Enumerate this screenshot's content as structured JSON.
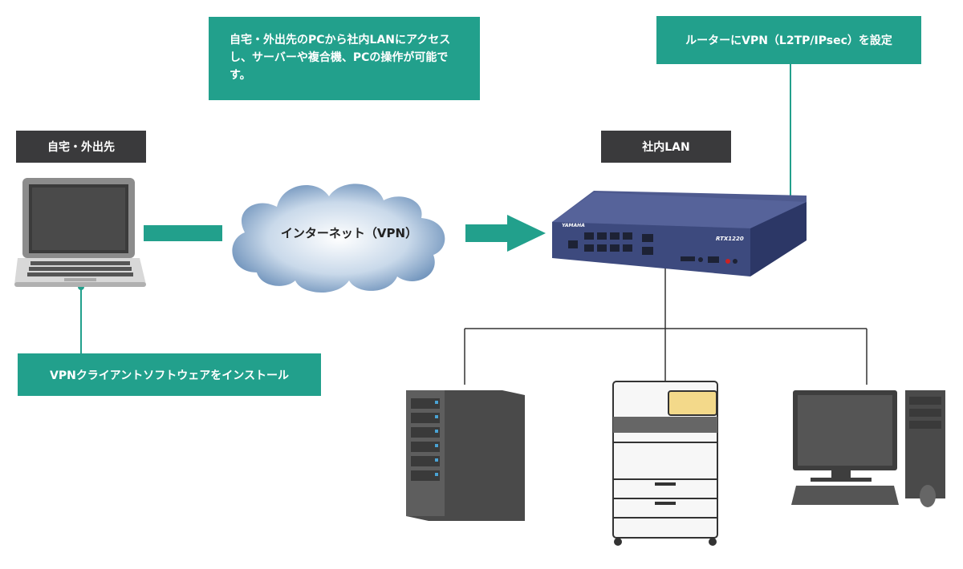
{
  "callouts": {
    "access": "自宅・外出先のPCから社内LANにアクセスし、サーバーや複合機、PCの操作が可能です。",
    "router": "ルーターにVPN（L2TP/IPsec）を設定",
    "client": "VPNクライアントソフトウェアをインストール"
  },
  "labels": {
    "home": "自宅・外出先",
    "lan": "社内LAN",
    "internet": "インターネット（VPN）"
  },
  "router": {
    "brand": "YAMAHA",
    "model": "RTX1220"
  },
  "colors": {
    "teal": "#22a08c",
    "dark_label": "#3a3a3c",
    "router_body": "#3d4a7e"
  }
}
